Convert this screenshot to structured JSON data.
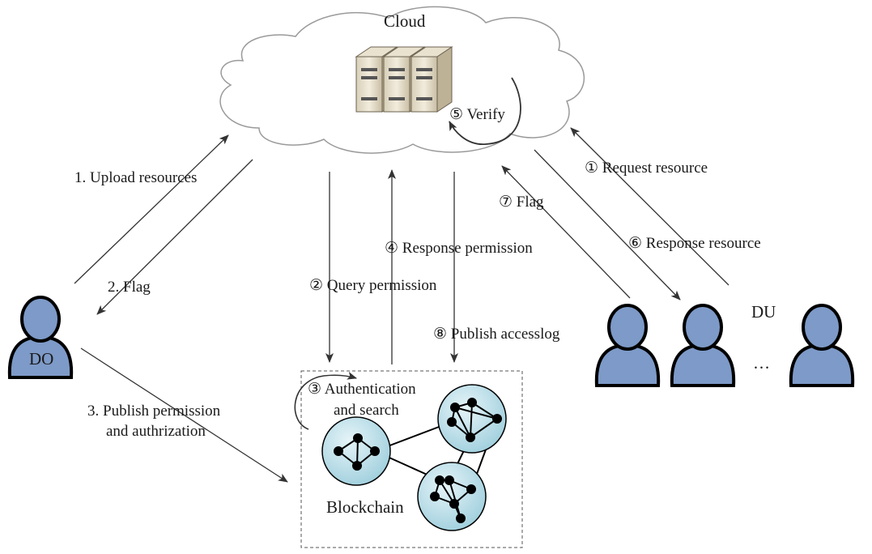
{
  "cloud": {
    "title": "Cloud",
    "verify": "⑤ Verify"
  },
  "do_label": "DO",
  "du_label": "DU",
  "du_more": "…",
  "blockchain": {
    "label": "Blockchain",
    "auth_line1": "③ Authentication",
    "auth_line2": "and search"
  },
  "arrows": {
    "upload": "1. Upload resources",
    "flag_do": "2. Flag",
    "publish_line1": "3. Publish permission",
    "publish_line2": "and authrization",
    "query": "② Query  permission",
    "response_perm": "④ Response permission",
    "publish_log": "⑧ Publish accesslog",
    "request": "① Request resource",
    "response_res": "⑥ Response resource",
    "flag_du": "⑦ Flag"
  },
  "colors": {
    "person_fill": "#7d9ac8",
    "node_fill": "#b9dde8",
    "line": "#333333"
  }
}
